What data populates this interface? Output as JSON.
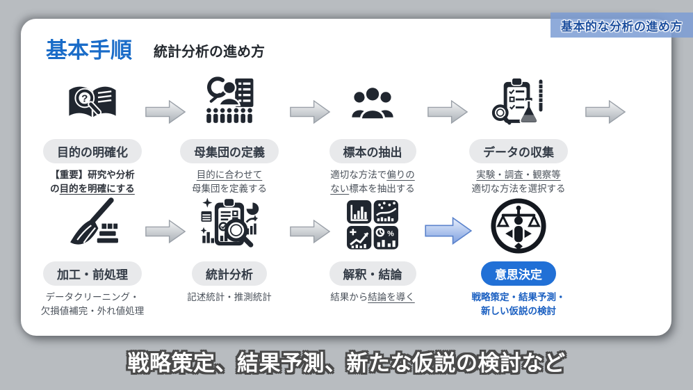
{
  "corner_badge": {
    "label": "基本的な分析の進め方"
  },
  "header": {
    "title": "基本手順",
    "subtitle": "統計分析の進め方"
  },
  "rows": [
    {
      "steps": [
        {
          "icon": "book-magnifier-icon",
          "label": "目的の明確化",
          "desc_lines": [
            [
              {
                "t": "【重要】研究や分析"
              }
            ],
            [
              {
                "t": "の"
              },
              {
                "t": "目的を明確にする",
                "u": true
              }
            ]
          ]
        },
        {
          "icon": "population-icon",
          "label": "母集団の定義",
          "desc_lines": [
            [
              {
                "t": "目的に合わせて",
                "u": true
              }
            ],
            [
              {
                "t": "母集団を定義する"
              }
            ]
          ]
        },
        {
          "icon": "sample-group-icon",
          "label": "標本の抽出",
          "desc_lines": [
            [
              {
                "t": "適切な方法で"
              },
              {
                "t": "偏りの",
                "u": true
              }
            ],
            [
              {
                "t": "ない",
                "u": true
              },
              {
                "t": "標本を抽出する"
              }
            ]
          ]
        },
        {
          "icon": "data-collection-icon",
          "label": "データの収集",
          "desc_lines": [
            [
              {
                "t": "実験・調査・観察等",
                "u": true
              }
            ],
            [
              {
                "t": "適切な方法を選択する"
              }
            ]
          ]
        }
      ]
    },
    {
      "steps": [
        {
          "icon": "broom-icon",
          "label": "加工・前処理",
          "desc_lines": [
            [
              {
                "t": "データクリーニング・"
              }
            ],
            [
              {
                "t": "欠損値補完・外れ値処理"
              }
            ]
          ]
        },
        {
          "icon": "analysis-clipboard-icon",
          "label": "統計分析",
          "desc_lines": [
            [
              {
                "t": "記述統計・推測統計"
              }
            ]
          ]
        },
        {
          "icon": "charts-grid-icon",
          "label": "解釈・結論",
          "desc_lines": [
            [
              {
                "t": "結果から"
              },
              {
                "t": "結論を導く",
                "u": true
              }
            ]
          ]
        },
        {
          "icon": "decision-scale-icon",
          "label": "意思決定",
          "highlight": true,
          "desc_lines": [
            [
              {
                "t": "戦略策定・結果予測・"
              }
            ],
            [
              {
                "t": "新しい仮説の検討"
              }
            ]
          ]
        }
      ]
    }
  ],
  "caption": {
    "text": "戦略策定、結果予測、新たな仮説の検討など"
  },
  "icons": {
    "question_mark": "?",
    "percent": "%"
  },
  "colors": {
    "accent_blue": "#1a6cc8",
    "pill_gray": "#e8e9eb",
    "pill_blue": "#2170d6",
    "badge_blue": "#7b9cd4",
    "icon_dark": "#20262f",
    "background": "#b8bcc0"
  }
}
